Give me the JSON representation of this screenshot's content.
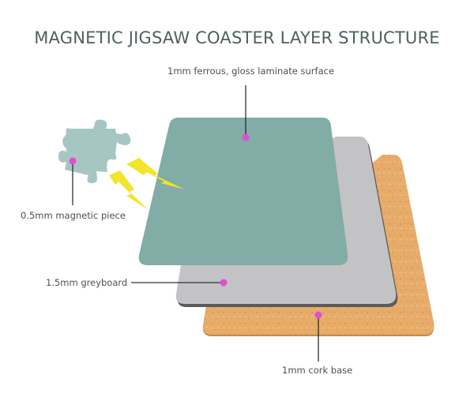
{
  "title": "MAGNETIC JIGSAW COASTER LAYER STRUCTURE",
  "labels": {
    "surface": "1mm ferrous, gloss laminate surface",
    "magnetic_piece": "0.5mm magnetic piece",
    "greyboard": "1.5mm greyboard",
    "cork": "1mm cork base"
  },
  "colors": {
    "title": "#4d615e",
    "surface": "#82aca6",
    "greyboard": "#c3c2c5",
    "greyboard_edge": "#5b5b5d",
    "cork": "#e7ac69",
    "cork_edge": "#c98945",
    "puzzle_piece": "#a6c6c4",
    "lightning": "#f2e52a",
    "marker": "#e04fd0"
  }
}
